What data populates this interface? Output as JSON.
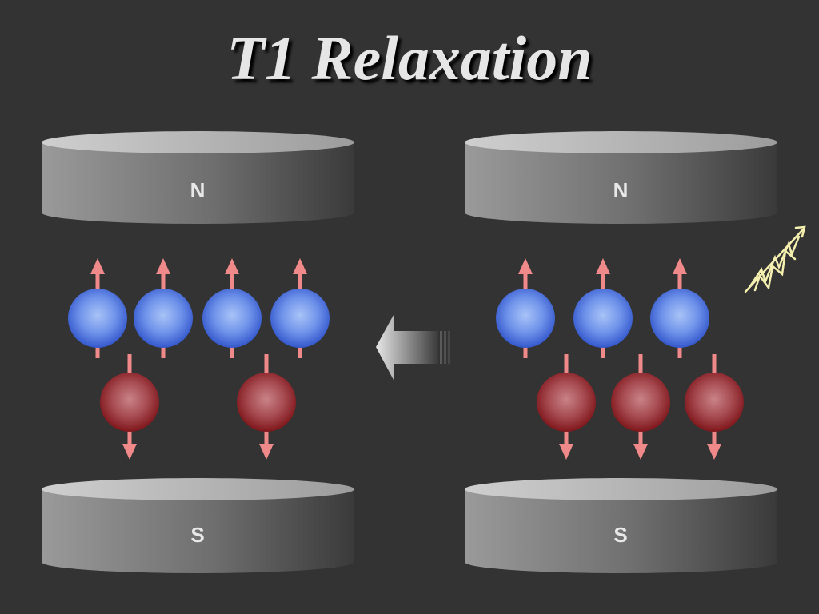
{
  "title": "T1 Relaxation",
  "magnets": {
    "left": {
      "north_label": "N",
      "south_label": "S"
    },
    "right": {
      "north_label": "N",
      "south_label": "S"
    }
  },
  "states": {
    "left": {
      "spin_up_count": 4,
      "spin_down_count": 2
    },
    "right": {
      "spin_up_count": 3,
      "spin_down_count": 3
    }
  },
  "colors": {
    "background": "#333333",
    "spin_up": "#3a63d6",
    "spin_down": "#8e1e22",
    "spin_arrow": "#f08a8a",
    "photon": "#f5f0b0",
    "magnet": "#8a8a8a"
  },
  "icons": {
    "transition_arrow": "left-arrow-icon",
    "energy_emission": "photon-wave-icon"
  }
}
